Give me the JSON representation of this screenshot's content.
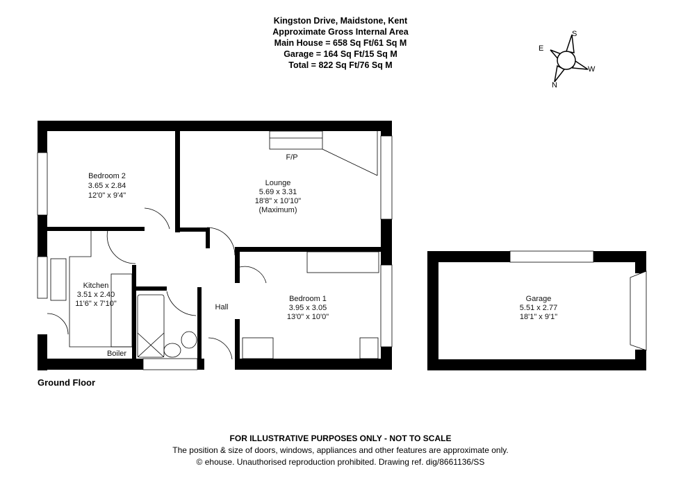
{
  "header": {
    "address": "Kingston Drive, Maidstone, Kent",
    "subtitle": "Approximate Gross Internal Area",
    "main_house": "Main House = 658 Sq Ft/61 Sq M",
    "garage": "Garage = 164 Sq Ft/15 Sq M",
    "total": "Total = 822 Sq Ft/76 Sq M"
  },
  "compass": {
    "n": "N",
    "s": "S",
    "e": "E",
    "w": "W",
    "icon": "compass-rose-icon"
  },
  "rooms": {
    "bedroom2": {
      "name": "Bedroom 2",
      "metric": "3.65 x 2.84",
      "imperial": "12'0\" x 9'4\""
    },
    "lounge": {
      "name": "Lounge",
      "metric": "5.69 x 3.31",
      "imperial": "18'8\" x 10'10\"",
      "note": "(Maximum)",
      "feature": "F/P"
    },
    "kitchen": {
      "name": "Kitchen",
      "metric": "3.51 x 2.40",
      "imperial": "11'6\" x 7'10\"",
      "feature": "Boiler"
    },
    "hall": {
      "name": "Hall"
    },
    "bedroom1": {
      "name": "Bedroom 1",
      "metric": "3.95 x 3.05",
      "imperial": "13'0\" x 10'0\""
    },
    "garage": {
      "name": "Garage",
      "metric": "5.51 x 2.77",
      "imperial": "18'1\" x 9'1\""
    }
  },
  "floor_label": "Ground Floor",
  "footer": {
    "disclaimer": "FOR ILLUSTRATIVE PURPOSES ONLY - NOT TO SCALE",
    "note": "The position & size of doors, windows, appliances and other features are approximate only.",
    "copyright": "© ehouse. Unauthorised reproduction prohibited. Drawing ref. dig/8661136/SS"
  }
}
